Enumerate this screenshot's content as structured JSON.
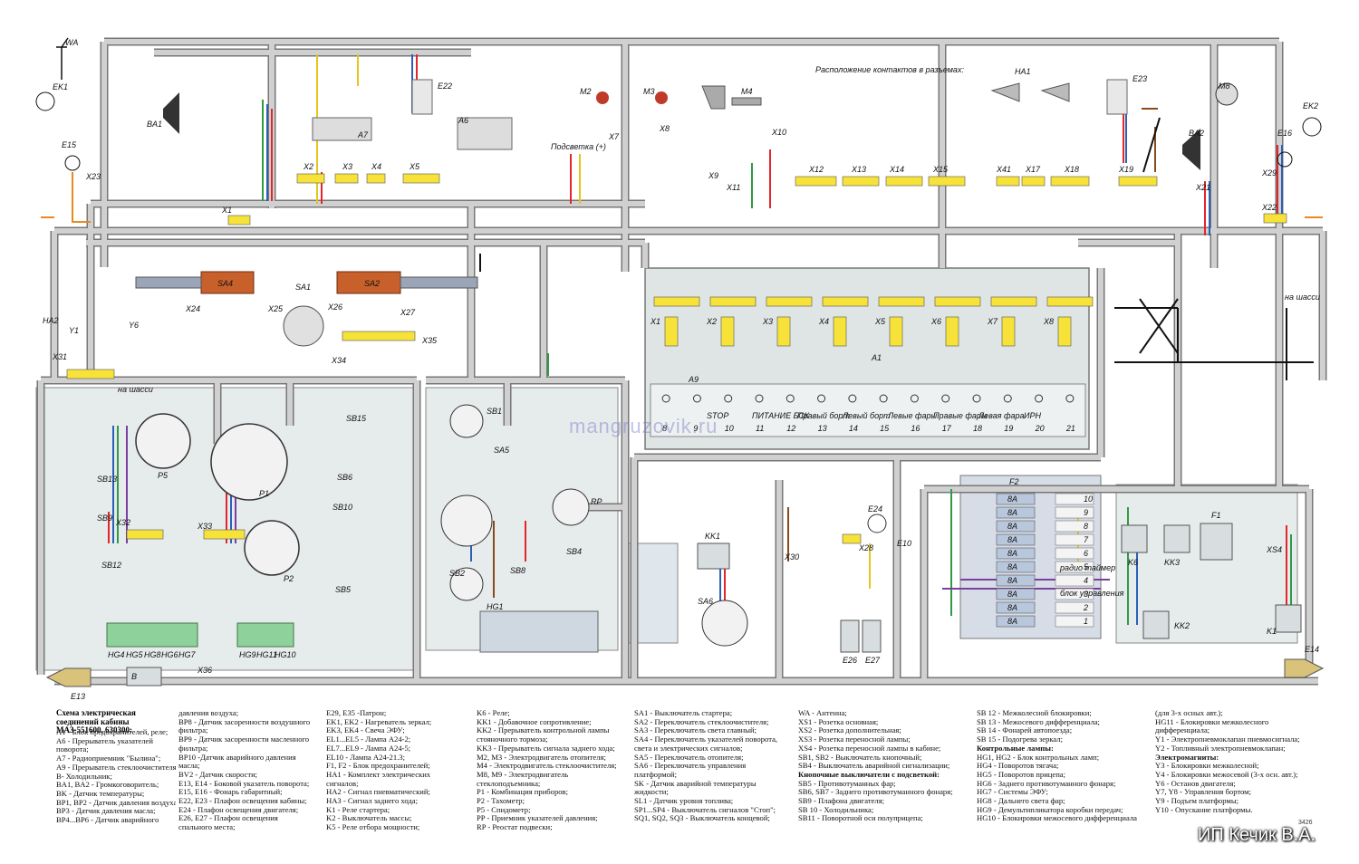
{
  "diagram": {
    "watermark": "mangruzovik.ru",
    "publisher": "ИП Кечик В.А.",
    "sheet_no": "3426",
    "connector_caption": "Расположение контактов в разъемах:",
    "backlight_caption": "Подсветка (+)",
    "chassis_label": "на шасси",
    "labels": {
      "WA": "WA",
      "EK1": "EK1",
      "EK2": "EK2",
      "E15": "E15",
      "E16": "E16",
      "X23": "X23",
      "X29": "X29",
      "BA1": "BA1",
      "BA2": "BA2",
      "A7": "A7",
      "E22": "E22",
      "E23": "E23",
      "A6": "A6",
      "M2": "M2",
      "M3": "M3",
      "M4": "M4",
      "M8": "M8",
      "HA1": "HA1",
      "X7": "X7",
      "X8": "X8",
      "X10": "X10",
      "X9": "X9",
      "X11": "X11",
      "X1": "X1",
      "X2": "X2",
      "X3": "X3",
      "X4": "X4",
      "X5": "X5",
      "X12": "X12",
      "X13": "X13",
      "X14": "X14",
      "X15": "X15",
      "X41": "X41",
      "X17": "X17",
      "X18": "X18",
      "X19": "X19",
      "X21": "X21",
      "X22": "X22",
      "SA4": "SA4",
      "SA1": "SA1",
      "SA2": "SA2",
      "X24": "X24",
      "X25": "X25",
      "X26": "X26",
      "X27": "X27",
      "X35": "X35",
      "X34": "X34",
      "HA2": "HA2",
      "Y1": "Y1",
      "Y6": "Y6",
      "X31": "X31",
      "P5": "P5",
      "P1": "P1",
      "P2": "P2",
      "SB13": "SB13",
      "SB9": "SB9",
      "SB12": "SB12",
      "X32": "X32",
      "X33": "X33",
      "SB15": "SB15",
      "SB6": "SB6",
      "SB10": "SB10",
      "SB5": "SB5",
      "SB1": "SB1",
      "SA5": "SA5",
      "SB2": "SB2",
      "SB8": "SB8",
      "SB4": "SB4",
      "RP": "RP",
      "HG1": "HG1",
      "KK1": "KK1",
      "SA6": "SA6",
      "X30": "X30",
      "E24": "E24",
      "E10": "E10",
      "X28": "X28",
      "E26": "E26",
      "E27": "E27",
      "F2": "F2",
      "F1": "F1",
      "K6": "K6",
      "KK3": "KK3",
      "KK2": "KK2",
      "K1": "K1",
      "XS4": "XS4",
      "E14": "E14",
      "E13": "E13",
      "B": "B",
      "X36": "X36",
      "A1": "A1",
      "A9": "A9",
      "HG4": "HG4",
      "HG5": "HG5",
      "HG8": "HG8",
      "HG6": "HG6",
      "HG7": "HG7",
      "HG9": "HG9",
      "HG11": "HG11",
      "HG10": "HG10"
    },
    "a1_connectors": [
      "X1",
      "X2",
      "X3",
      "X4",
      "X5",
      "X6",
      "X7",
      "X8"
    ],
    "a1_lamps": [
      "STOP",
      "ПИТАНИЕ БСК",
      "Правый борт",
      "Левый борт",
      "Левые фары",
      "Правые фары",
      "Левая фара",
      "ИРН"
    ],
    "a1_numbers": [
      "8",
      "9",
      "10",
      "11",
      "12",
      "13",
      "14",
      "15",
      "16",
      "17",
      "18",
      "19",
      "20",
      "21"
    ],
    "f2_numbers": [
      "10",
      "9",
      "8",
      "7",
      "6",
      "5",
      "4",
      "3",
      "2",
      "1"
    ],
    "fuse_labels": [
      "8A",
      "8A",
      "8A",
      "8A",
      "8A",
      "8A",
      "8A",
      "8A",
      "8A",
      "8A"
    ],
    "f2_panel_labels": [
      "радио таймер",
      "блок управления"
    ]
  },
  "legend": {
    "title": "Схема электрическая соединений кабины МАЗ-551600, 630300:",
    "col1": [
      "A1 - Блок предохранителей, реле;",
      "A6 - Прерыватель указателей",
      "поворота;",
      "A7 - Радиоприемник \"Былина\";",
      "A9 - Прерыватель стеклоочистителя;",
      "B- Холодильник;",
      "BA1, BA2 - Громкоговоритель;",
      "BK - Датчик температуры;",
      "BP1, BP2 - Датчик давления воздуха;",
      "BP3 - Датчик давления масла;",
      "BP4...BP6 - Датчик аварийного"
    ],
    "col2": [
      "давления воздуха;",
      "BP8 - Датчик засоренности воздушного",
      "фильтра;",
      "BP9 - Датчик засоренности масленного",
      "фильтра;",
      "BP10 -Датчик аварийного давления",
      "масла;",
      "BV2 - Датчик скорости;",
      "E13, E14 - Боковой указатель поворота;",
      "E15, E16 - Фонарь габаритный;",
      "E22, E23 - Плафон освещения кабины;",
      "E24 - Плафон освещения двигателя;",
      "E26, E27 - Плафон освещения",
      "спального места;"
    ],
    "col3": [
      "E29, E35 -Патрон;",
      "EK1, EK2 - Нагреватель зеркал;",
      "EK3, EK4 - Свеча ЭФУ;",
      "EL1...EL5 - Лампа A24-2;",
      "EL7...EL9 - Лампа A24-5;",
      "EL10 - Лампа A24-21.3;",
      "F1, F2 - Блок предохранителей;",
      "HA1 - Комплект электрических",
      "сигналов;",
      "HA2 - Сигнал пневматический;",
      "HA3 - Сигнал заднего хода;",
      "K1 - Реле стартера;",
      "K2 - Выключатель массы;",
      "K5 - Реле отбора мощности;"
    ],
    "col4": [
      "K6 - Реле;",
      "KK1 - Добавочное сопротивление;",
      "KK2 - Прерыватель контрольной лампы",
      "стояночного тормоза;",
      "KK3 - Прерыватель сигнала заднего хода;",
      "M2, M3 - Электродвигатель отопителя;",
      "M4 - Электродвигатель стеклоочистителя;",
      "M8, M9 - Электродвигатель",
      "стеклоподъемника;",
      "P1 - Комбинация приборов;",
      "P2 - Тахометр;",
      "P5 - Спидометр;",
      "PP - Приемник указателей давления;",
      "RP - Реостат подвески;"
    ],
    "col5": [
      "SA1 - Выключатель стартера;",
      "SA2 - Переключатель стеклоочистителя;",
      "SA3 - Переключатель света главный;",
      "SA4 - Переключатель указателей поворота,",
      "света и электрических сигналов;",
      "SA5 - Переключатель отопителя;",
      "SA6 - Переключатель управления",
      "платформой;",
      "SK - Датчик аварийной температуры",
      "жидкости;",
      "SL1 - Датчик уровня топлива;",
      "SP1...SP4 - Выключатель сигналов \"Стоп\";",
      "SQ1, SQ2, SQ3 - Выключатель концевой;"
    ],
    "col6": [
      "WA - Антенна;",
      "XS1 - Розетка основная;",
      "XS2 - Розетка дополнительная;",
      "XS3 - Розетка переносной лампы;",
      "XS4 - Розетка переносной лампы в кабине;",
      "SB1, SB2 - Выключатель кнопочный;",
      "SB4 - Выключатель аварийной сигнализации;",
      "Кнопочные выключатели с подсветкой:",
      "SB5 - Противотуманных фар;",
      "SB6, SB7 - Заднего противотуманного фонаря;",
      "SB9 - Плафона двигателя;",
      "SB 10 - Холодильника;",
      "SB11 - Поворотной оси полуприцепа;"
    ],
    "col7": [
      "SB 12 - Межколесной блокировки;",
      "SB 13 - Межосевого дифференциала;",
      "SB 14 - Фонарей автопоезда;",
      "SB 15 - Подогрева зеркал;",
      "Контрольные лампы:",
      "HG1, HG2 - Блок контрольных ламп;",
      "HG4 - Поворотов тягача;",
      "HG5 - Поворотов прицепа;",
      "HG6 - Заднего противотуманного фонаря;",
      "HG7 - Системы ЭФУ;",
      "HG8 - Дальнего света фар;",
      "HG9 - Демультипликатора коробки передач;",
      "HG10 - Блокировки межосевого дифференциала"
    ],
    "col8": [
      "(для 3-х осных авт.);",
      "HG11 - Блокировки межколесного",
      "дифференциала;",
      "Y1 - Электропневмоклапан пневмосигнала;",
      "Y2 - Топливный электропневмоклапан;",
      "Электромагниты:",
      "Y3 - Блокировки межколесной;",
      "Y4 - Блокировки межосевой (3-х осн. авт.);",
      "Y6 - Останов двигателя;",
      "Y7, Y8 - Управления бортом;",
      "Y9 - Подъем платформы;",
      "Y10 - Опускание платформы."
    ]
  },
  "colors": {
    "harness_fill": "#d0d0d0",
    "harness_edge": "#777777",
    "switch_body": "#c8602c",
    "connector_fill": "#f7e23a",
    "lamp_block": "#8fd19a",
    "panel_fill": "#e8ecec",
    "wire_red": "#e2262c",
    "wire_blue": "#2b5fb8",
    "wire_green": "#2f9a44",
    "wire_yellow": "#e6c51c",
    "wire_brown": "#8a4a1c",
    "wire_violet": "#7a3ea0",
    "wire_black": "#111111"
  }
}
